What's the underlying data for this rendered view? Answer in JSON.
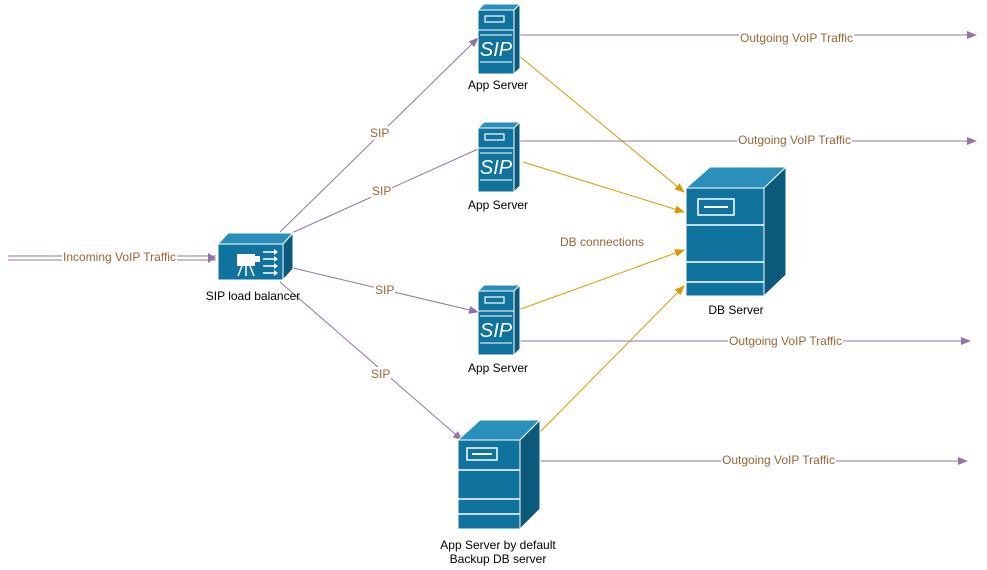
{
  "colors": {
    "device_fill": "#10739e",
    "device_side": "#0b5a7c",
    "device_top": "#2a8fba",
    "device_stroke": "#ffffff",
    "sip_edge": "#9673a6",
    "db_edge": "#d79b00",
    "edge_label": "#996633",
    "node_label": "#000000"
  },
  "nodes": {
    "load_balancer": {
      "label": "SIP load balancer",
      "icon": "load-balancer-icon"
    },
    "app_server_1": {
      "label": "App Server",
      "icon": "sip-server-icon"
    },
    "app_server_2": {
      "label": "App Server",
      "icon": "sip-server-icon"
    },
    "app_server_3": {
      "label": "App Server",
      "icon": "sip-server-icon"
    },
    "app_server_4": {
      "label_line1": "App Server by default",
      "label_line2": "Backup DB server",
      "icon": "server-tower-icon"
    },
    "db_server": {
      "label": "DB Server",
      "icon": "server-tower-icon"
    }
  },
  "edges": {
    "incoming": "Incoming VoIP Traffic",
    "sip_1": "SIP",
    "sip_2": "SIP",
    "sip_3": "SIP",
    "sip_4": "SIP",
    "outgoing_1": "Outgoing VoIP Traffic",
    "outgoing_2": "Outgoing VoIP Traffic",
    "outgoing_3": "Outgoing VoIP Traffic",
    "outgoing_4": "Outgoing VoIP Traffic",
    "db_connections": "DB connections"
  }
}
